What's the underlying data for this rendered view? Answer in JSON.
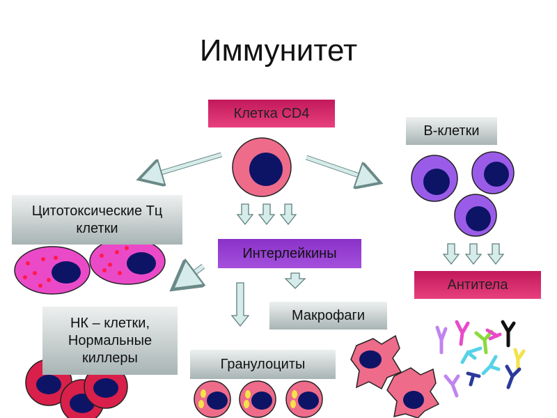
{
  "title": "Иммунитет",
  "nodes": {
    "cd4": "Клетка CD4",
    "b_cells": "B-клетки",
    "cytotoxic": "Цитотоксические Тц клетки",
    "interleukins": "Интерлейкины",
    "antibodies": "Антитела",
    "nk": "НК – клетки, Нормальные киллеры",
    "macrophages": "Макрофаги",
    "granulocytes": "Гранулоциты"
  },
  "colors": {
    "cd4_box": "#d81b60",
    "b_cell": "#9a5ce8",
    "interleukins_box": "#9c44d4",
    "antibodies_box": "#d81b60",
    "nucleus": "#0d1466",
    "pink_cell": "#ee6b8a",
    "magenta_cell": "#ea4ac8",
    "red_cell": "#d8204a",
    "arrow_fill": "#d6ecea"
  }
}
